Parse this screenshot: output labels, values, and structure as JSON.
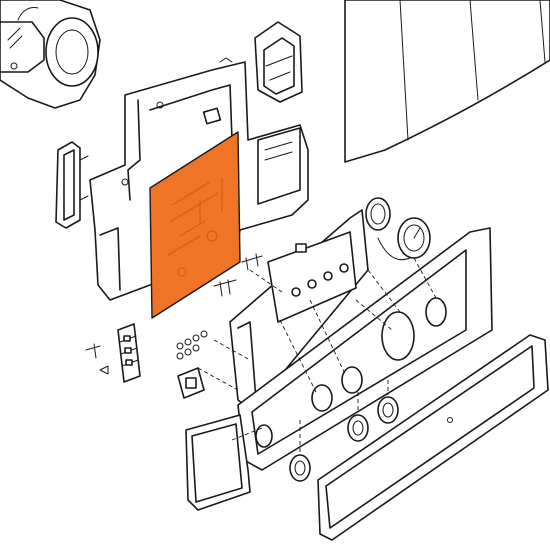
{
  "diagram": {
    "kind": "exploded-parts-view",
    "highlight_color": "#f07426",
    "line_color": "#1a1a1a",
    "background": "#ffffff",
    "parts": [
      {
        "id": "pump",
        "icon": "pump-motor-icon",
        "highlighted": false
      },
      {
        "id": "control-box-housing",
        "icon": "housing-icon",
        "highlighted": false
      },
      {
        "id": "pcb",
        "icon": "circuit-board-icon",
        "highlighted": true
      },
      {
        "id": "side-cover-left",
        "icon": "bracket-icon",
        "highlighted": false
      },
      {
        "id": "side-cover-right",
        "icon": "bracket-icon",
        "highlighted": false
      },
      {
        "id": "front-casing",
        "icon": "casing-panel-icon",
        "highlighted": false
      },
      {
        "id": "pressure-gauge",
        "icon": "gauge-icon",
        "highlighted": false
      },
      {
        "id": "control-knobs",
        "icon": "knob-icon",
        "highlighted": false
      },
      {
        "id": "fascia-panel",
        "icon": "fascia-icon",
        "highlighted": false
      },
      {
        "id": "front-door",
        "icon": "door-panel-icon",
        "highlighted": false
      },
      {
        "id": "terminal-strip",
        "icon": "terminal-block-icon",
        "highlighted": false
      },
      {
        "id": "fuse-holder",
        "icon": "fuse-icon",
        "highlighted": false
      }
    ]
  }
}
